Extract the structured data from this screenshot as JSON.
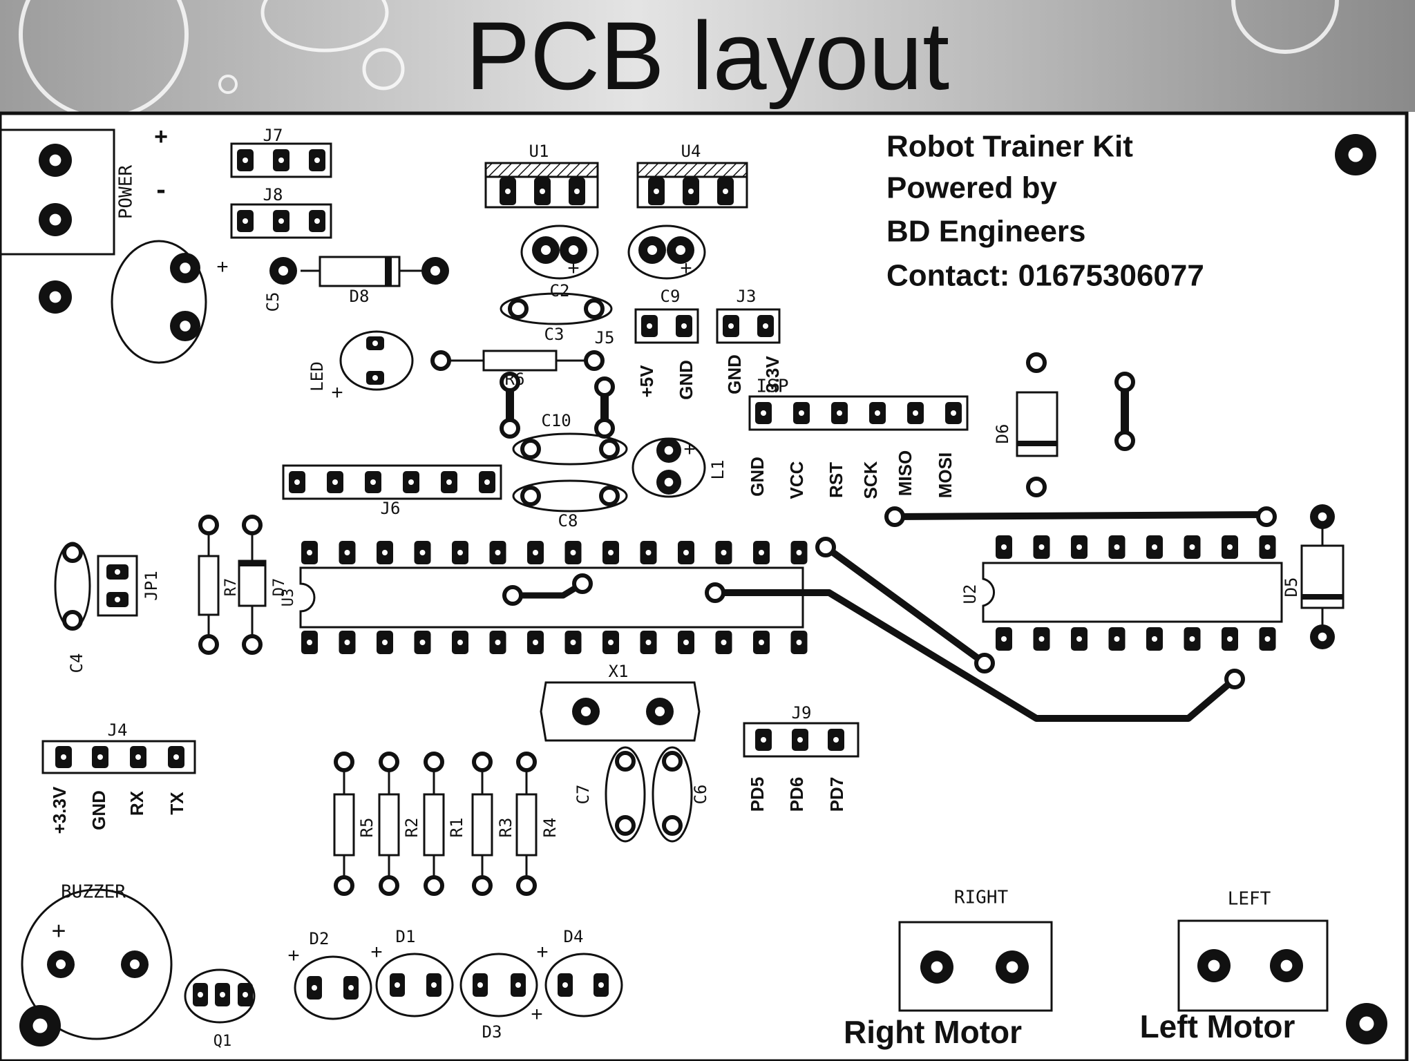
{
  "slide": {
    "title": "PCB layout"
  },
  "board": {
    "info": [
      "Robot Trainer Kit",
      "Powered by",
      "BD Engineers",
      "Contact: 01675306077"
    ],
    "motor_captions": [
      "Right Motor",
      "Left Motor"
    ]
  },
  "silkscreen": {
    "POWER": "POWER",
    "PLUS": "+",
    "MINUS": "-",
    "J7": "J7",
    "J8": "J8",
    "U1": "U1",
    "U4": "U4",
    "C5": "C5",
    "D8": "D8",
    "C2": "C2",
    "C3": "C3",
    "C9": "C9",
    "J3": "J3",
    "J5": "J5",
    "LED": "LED",
    "R6": "R6",
    "C10": "C10",
    "L1": "L1",
    "ISP": "ISP",
    "D6": "D6",
    "J6": "J6",
    "C8": "C8",
    "JP1": "JP1",
    "C4": "C4",
    "R7": "R7",
    "D7": "D7",
    "U3": "U3",
    "U2": "U2",
    "D5": "D5",
    "X1": "X1",
    "J9": "J9",
    "J4": "J4",
    "R5": "R5",
    "R2": "R2",
    "R1": "R1",
    "R3": "R3",
    "R4": "R4",
    "C7": "C7",
    "C6": "C6",
    "BUZZER": "BUZZER",
    "Q1": "Q1",
    "D1": "D1",
    "D2": "D2",
    "D3": "D3",
    "D4": "D4",
    "RIGHT": "RIGHT",
    "LEFT": "LEFT",
    "P5V": "+5V",
    "GND": "GND",
    "V33": "3.3V",
    "P33V": "+3.3V",
    "VCC": "VCC",
    "RST": "RST",
    "SCK": "SCK",
    "MISO": "MISO",
    "MOSI": "MOSI",
    "RX": "RX",
    "TX": "TX",
    "PD5": "PD5",
    "PD6": "PD6",
    "PD7": "PD7"
  },
  "colors": {
    "board": "#ffffff",
    "ink": "#111111",
    "header_gradient": [
      "#9c9c9c",
      "#e4e4e4",
      "#8a8a8a"
    ]
  }
}
